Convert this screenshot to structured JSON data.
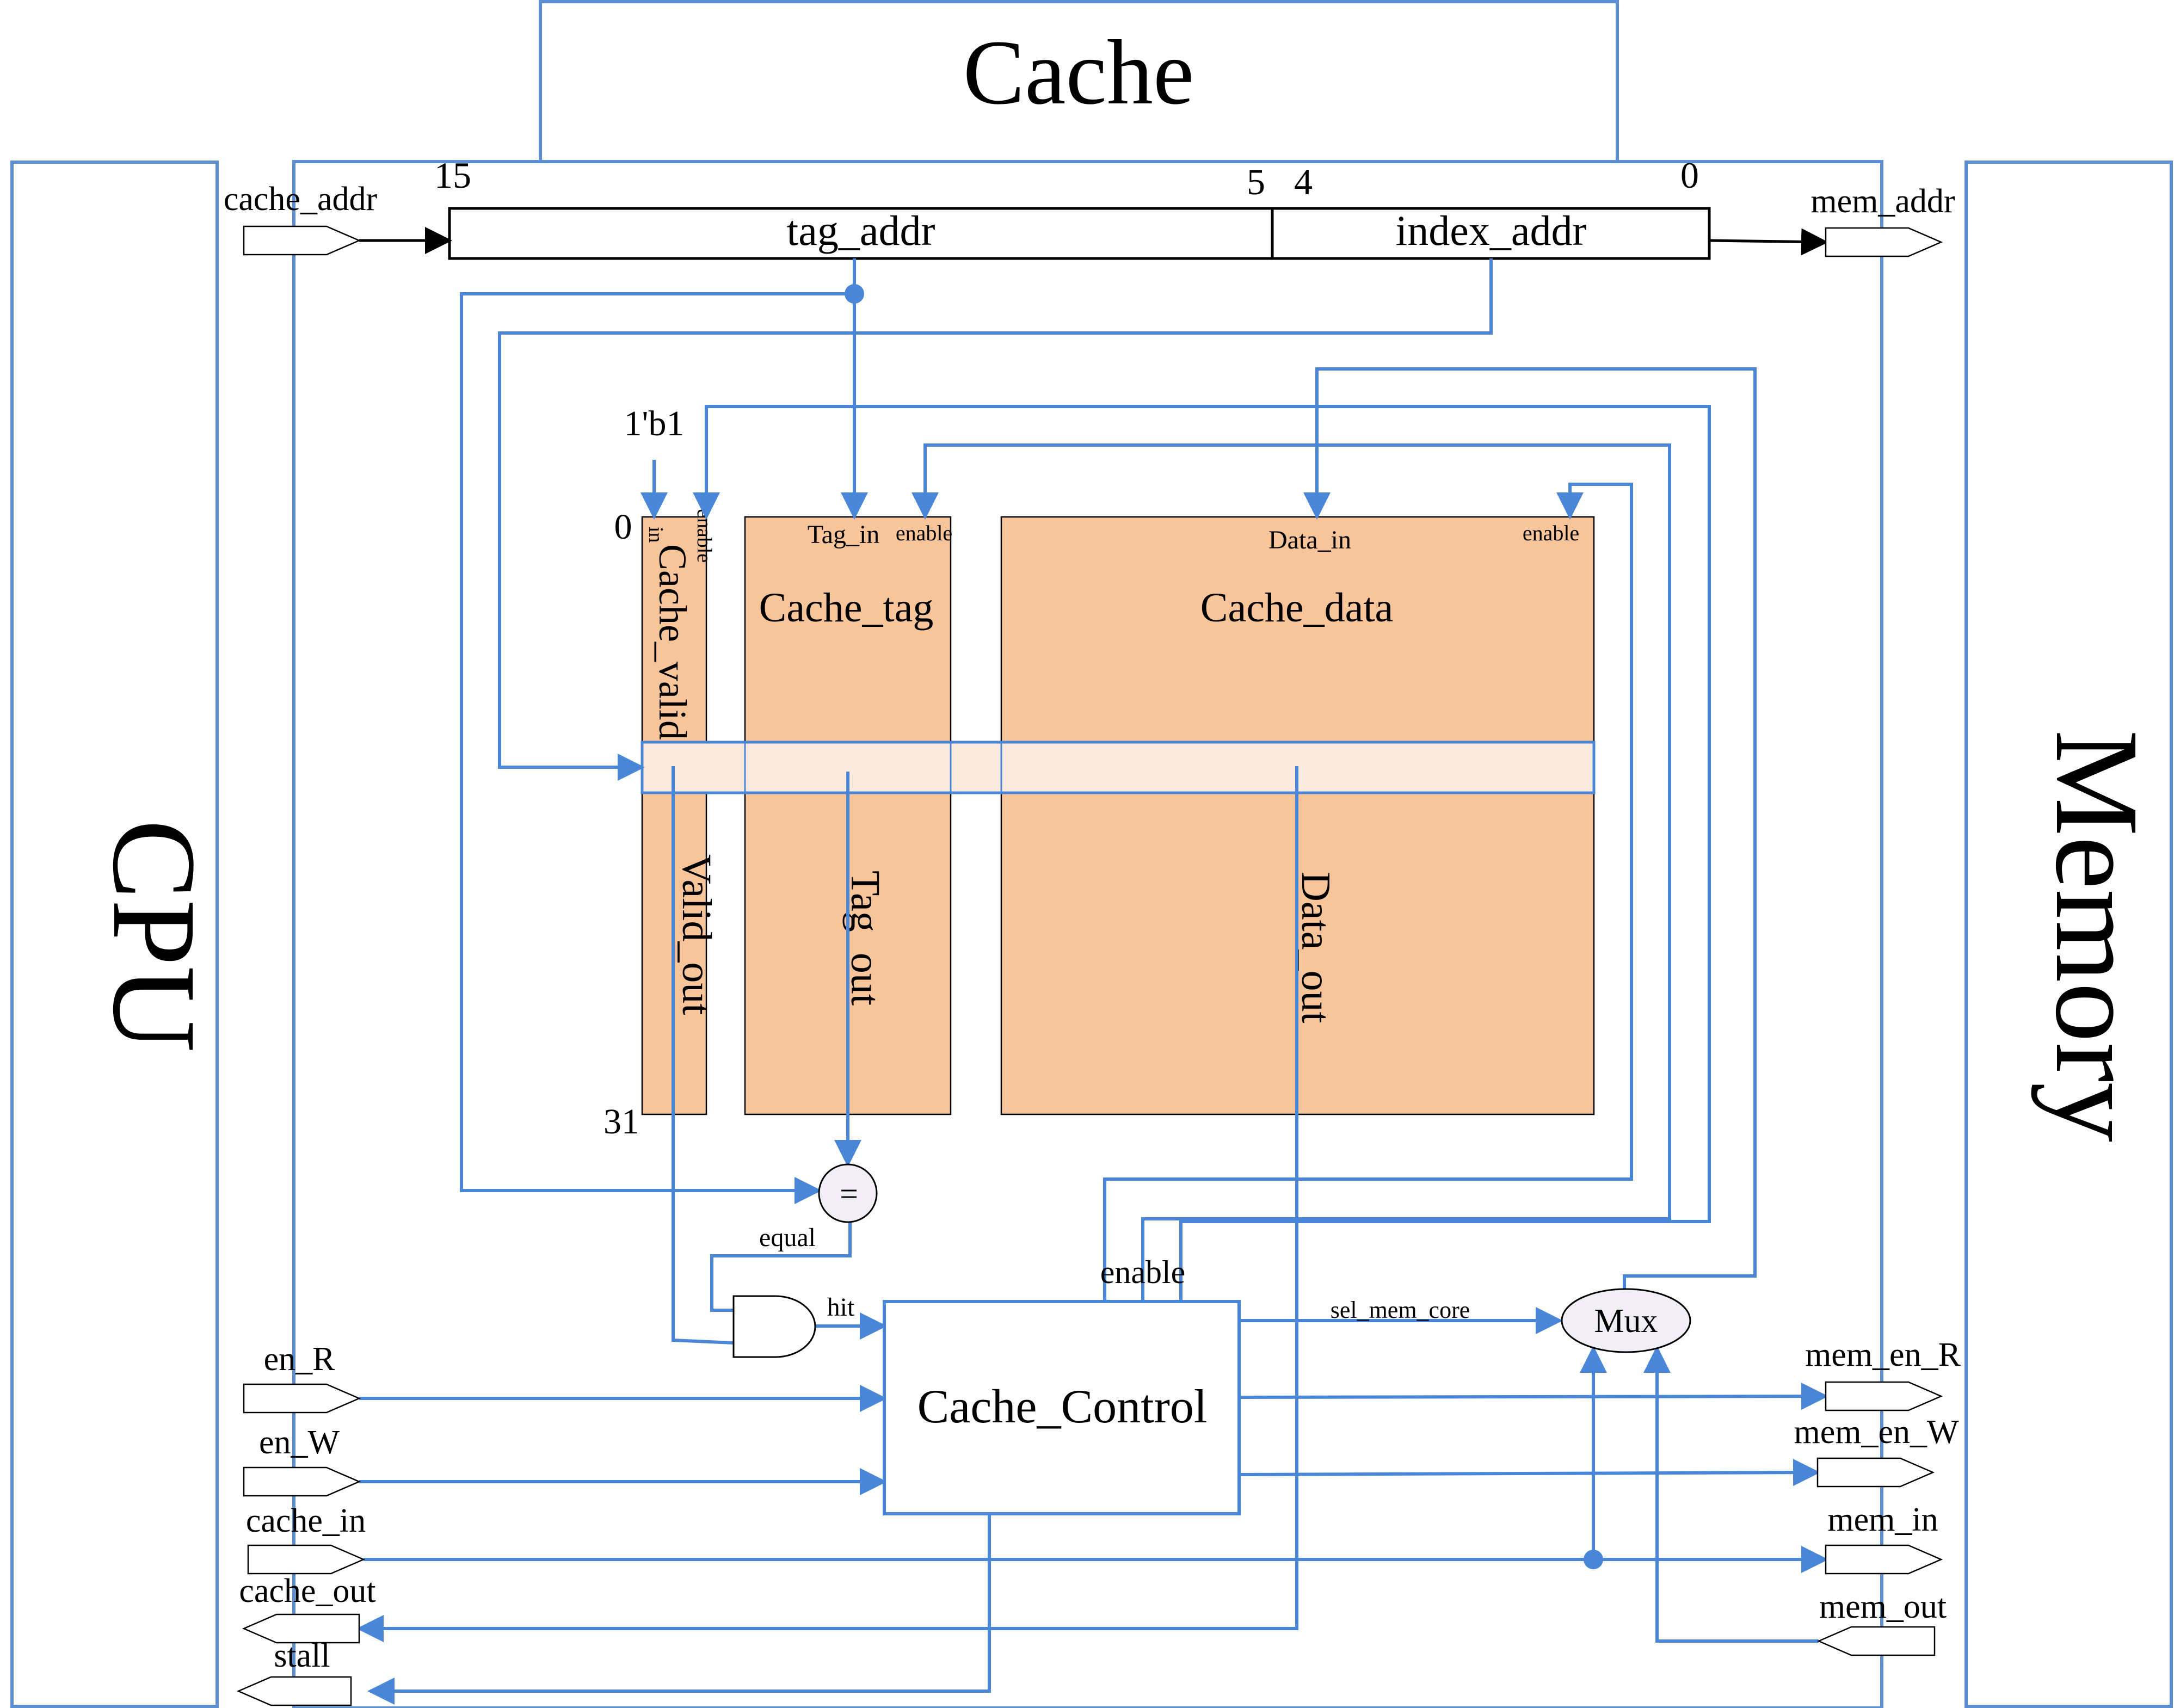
{
  "blocks": {
    "cpu_label": "CPU",
    "memory_label": "Memory",
    "cache_label": "Cache"
  },
  "address": {
    "tag_label": "tag_addr",
    "index_label": "index_addr",
    "bit_15": "15",
    "bit_5": "5",
    "bit_4": "4",
    "bit_0": "0"
  },
  "ports": {
    "cache_addr": "cache_addr",
    "mem_addr": "mem_addr",
    "en_R": "en_R",
    "en_W": "en_W",
    "cache_in": "cache_in",
    "cache_out": "cache_out",
    "stall": "stall",
    "mem_en_R": "mem_en_R",
    "mem_en_W": "mem_en_W",
    "mem_in": "mem_in",
    "mem_out": "mem_out"
  },
  "arrays": {
    "valid_name": "Cache_valid",
    "valid_in": "in",
    "valid_enable": "enable",
    "valid_out": "Valid_out",
    "const_one": "1'b1",
    "row_first": "0",
    "row_last": "31",
    "tag_name": "Cache_tag",
    "tag_in": "Tag_in",
    "tag_enable": "enable",
    "tag_out": "Tag_out",
    "data_name": "Cache_data",
    "data_in": "Data_in",
    "data_enable": "enable",
    "data_out": "Data_out"
  },
  "logic": {
    "comparator": "=",
    "equal": "equal",
    "hit": "hit",
    "controller": "Cache_Control",
    "enable": "enable",
    "sel_mem_core": "sel_mem_core",
    "mux": "Mux"
  },
  "colors": {
    "cache_header_fill": "#ddd8e6",
    "cache_body_fill": "#e6edf8",
    "block_outline": "#5b8fd1",
    "wire": "#4a86d8",
    "array_fill": "#f8c59b",
    "selected_row_fill": "#fdeade"
  }
}
